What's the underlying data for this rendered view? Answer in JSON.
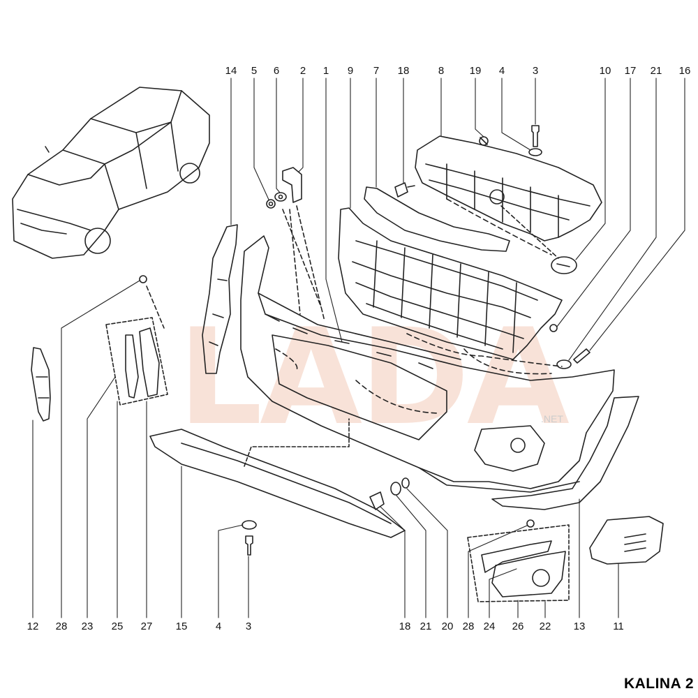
{
  "diagram": {
    "brand_label": "KALINA 2",
    "watermark": "LADA",
    "watermark_suffix": ".NET",
    "colors": {
      "line": "#222222",
      "watermark": "#f2c6b2",
      "background": "#ffffff"
    },
    "top_labels": [
      "14",
      "5",
      "6",
      "2",
      "1",
      "9",
      "7",
      "18",
      "8",
      "19",
      "4",
      "3",
      "10",
      "17",
      "21",
      "16"
    ],
    "bottom_labels": [
      "12",
      "28",
      "23",
      "25",
      "27",
      "15",
      "4",
      "3",
      "18",
      "21",
      "20",
      "28",
      "24",
      "26",
      "22",
      "13",
      "11"
    ]
  }
}
